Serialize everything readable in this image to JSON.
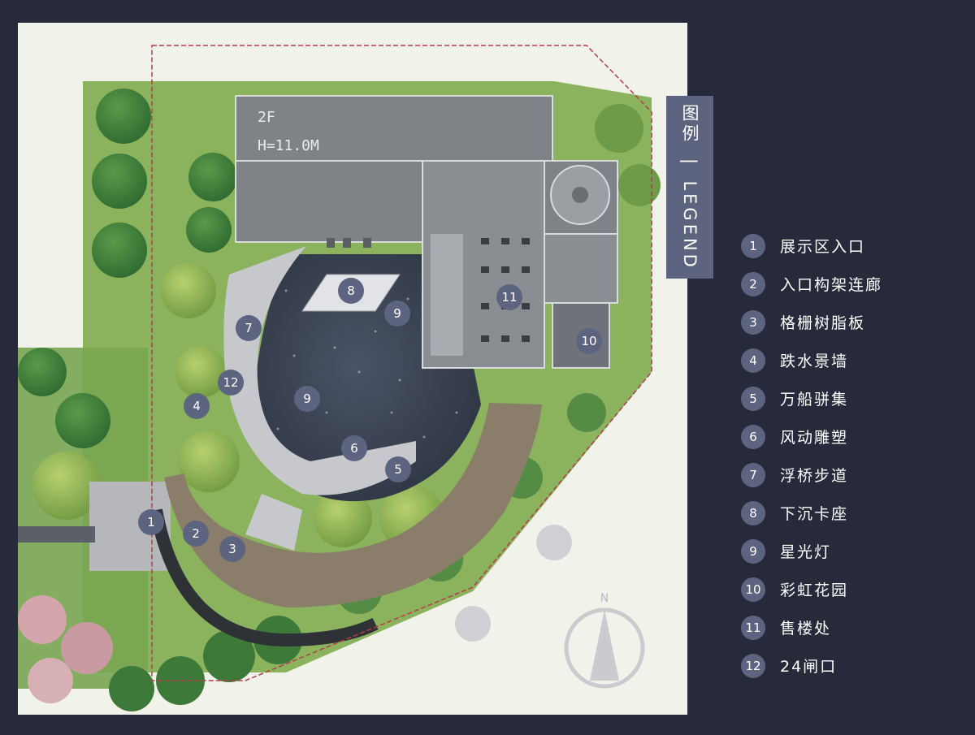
{
  "legend": {
    "title_cn": "图例",
    "title_sep": "|",
    "title_en": "LEGEND",
    "items": [
      {
        "num": "1",
        "label": "展示区入口"
      },
      {
        "num": "2",
        "label": "入口构架连廊"
      },
      {
        "num": "3",
        "label": "格栅树脂板"
      },
      {
        "num": "4",
        "label": "跌水景墙"
      },
      {
        "num": "5",
        "label": "万船骈集"
      },
      {
        "num": "6",
        "label": "风动雕塑"
      },
      {
        "num": "7",
        "label": "浮桥步道"
      },
      {
        "num": "8",
        "label": "下沉卡座"
      },
      {
        "num": "9",
        "label": "星光灯"
      },
      {
        "num": "10",
        "label": "彩虹花园"
      },
      {
        "num": "11",
        "label": "售楼处"
      },
      {
        "num": "12",
        "label": "24闸口"
      }
    ]
  },
  "plan": {
    "floor_label": "2F",
    "height_label": "H=11.0M",
    "north_label": "N",
    "markers": [
      "1",
      "2",
      "3",
      "4",
      "5",
      "6",
      "7",
      "8",
      "9",
      "9",
      "10",
      "11",
      "12"
    ]
  },
  "colors": {
    "background": "#272a3a",
    "marker": "#5c6480",
    "water": "#3d4556",
    "building": "#7f8286",
    "grass": "#7aa657",
    "path": "#8c7f6c"
  },
  "icons": [
    "north-arrow-icon"
  ]
}
